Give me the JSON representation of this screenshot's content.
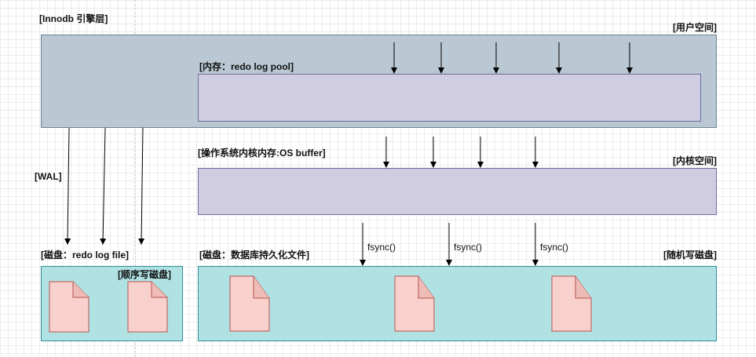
{
  "labels": {
    "engine": "[Innodb 引擎层]",
    "user_space": "[用户空间]",
    "log_pool": "[内存：redo log pool]",
    "os_buffer": "[操作系统内核内存:OS buffer]",
    "kernel_space": "[内核空间]",
    "wal": "[WAL]",
    "disk_log": "[磁盘：redo log file]",
    "sequential": "[顺序写磁盘]",
    "disk_data": "[磁盘：数据库持久化文件]",
    "random": "[随机写磁盘]"
  },
  "fsync_labels": [
    "fsync()",
    "fsync()",
    "fsync()"
  ],
  "colors": {
    "user_space_fill": "#b9c8d2",
    "memory_fill": "#d0cde2",
    "disk_fill": "#b0e2e4",
    "file_fill": "#f8d0cc",
    "file_stroke": "#b85450"
  },
  "icons": [
    "file-icon",
    "file-icon",
    "file-icon",
    "file-icon",
    "file-icon"
  ]
}
